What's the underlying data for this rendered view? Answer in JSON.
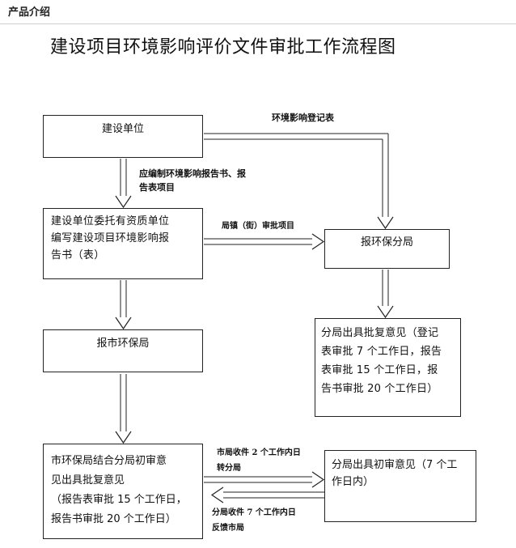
{
  "header": {
    "title": "产品介绍"
  },
  "title": "建设项目环境影响评价文件审批工作流程图",
  "boxes": {
    "construction_unit": "建设单位",
    "commission_lines": [
      "建设单位委托有资质单位",
      "编写建设项目环境影响报",
      "告书（表）"
    ],
    "city_epb": "报市环保局",
    "branch_epb": "报环保分局",
    "branch_opinion_lines": [
      "分局出具批复意见（登记",
      "表审批 7 个工作日，报告",
      "表审批 15 个工作日，报",
      "告书审批 20 个工作日）"
    ],
    "city_joint_lines": [
      "市环保局结合分局初审意",
      "见出具批复意见",
      "（报告表审批 15 个工作日，",
      "报告书审批 20 个工作日）"
    ],
    "branch_initial_lines": [
      "分局出具初审意见（7 个工",
      "作日内）"
    ]
  },
  "labels": {
    "registration_form": "环境影响登记表",
    "report_required": [
      "应编制环境影响报告书、报",
      "告表项目"
    ],
    "town_street": "局镇（街）审批项目",
    "city_receive": [
      "市局收件 2 个工作内日",
      "转分局"
    ],
    "branch_receive": [
      "分局收件 7 个工作内日",
      "反馈市局"
    ]
  }
}
